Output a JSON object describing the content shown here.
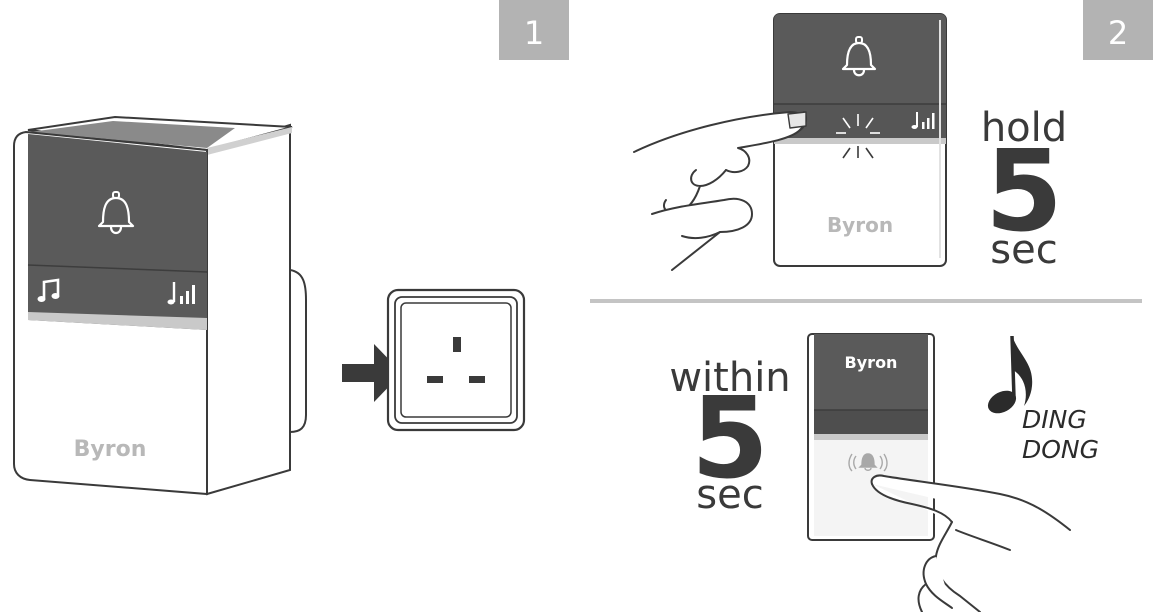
{
  "steps": {
    "step1": {
      "number": "1"
    },
    "step2": {
      "number": "2"
    }
  },
  "chime_unit": {
    "brand": "Byron"
  },
  "bell_push_top": {
    "brand": "Byron"
  },
  "bell_push_bottom": {
    "brand": "Byron"
  },
  "instruction_hold": {
    "verb": "hold",
    "duration": "5",
    "unit": "sec"
  },
  "instruction_within": {
    "verb": "within",
    "duration": "5",
    "unit": "sec"
  },
  "chime_sound": {
    "line1": "DING",
    "line2": "DONG"
  },
  "colors": {
    "panel_dark": "#5a5a5a",
    "badge_gray": "#b3b3b3",
    "text_dark": "#3a3a3a",
    "divider": "#c4c4c4"
  },
  "icons": [
    "bell-icon",
    "music-note-icon",
    "volume-level-icon",
    "arrow-right-icon",
    "wall-socket-icon",
    "finger-hand-icon",
    "ringing-bell-icon",
    "musical-note-icon"
  ]
}
